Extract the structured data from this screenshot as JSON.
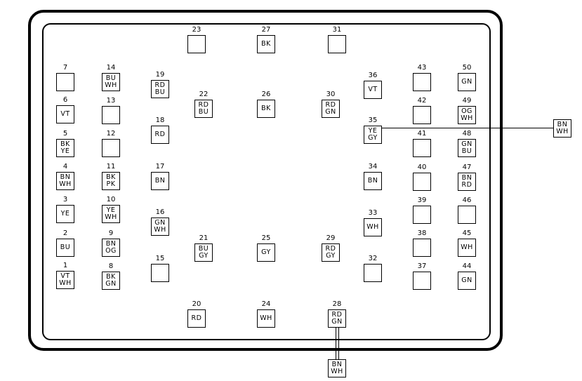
{
  "pins": [
    {
      "n": "1",
      "c": "VT\nWH"
    },
    {
      "n": "2",
      "c": "BU"
    },
    {
      "n": "3",
      "c": "YE"
    },
    {
      "n": "4",
      "c": "BN\nWH"
    },
    {
      "n": "5",
      "c": "BK\nYE"
    },
    {
      "n": "6",
      "c": "VT"
    },
    {
      "n": "7",
      "c": ""
    },
    {
      "n": "8",
      "c": "BK\nGN"
    },
    {
      "n": "9",
      "c": "BN\nOG"
    },
    {
      "n": "10",
      "c": "YE\nWH"
    },
    {
      "n": "11",
      "c": "BK\nPK"
    },
    {
      "n": "12",
      "c": ""
    },
    {
      "n": "13",
      "c": ""
    },
    {
      "n": "14",
      "c": "BU\nWH"
    },
    {
      "n": "15",
      "c": ""
    },
    {
      "n": "16",
      "c": "GN\nWH"
    },
    {
      "n": "17",
      "c": "BN"
    },
    {
      "n": "18",
      "c": "RD"
    },
    {
      "n": "19",
      "c": "RD\nBU"
    },
    {
      "n": "20",
      "c": "RD"
    },
    {
      "n": "21",
      "c": "BU\nGY"
    },
    {
      "n": "22",
      "c": "RD\nBU"
    },
    {
      "n": "23",
      "c": ""
    },
    {
      "n": "24",
      "c": "WH"
    },
    {
      "n": "25",
      "c": "GY"
    },
    {
      "n": "26",
      "c": "BK"
    },
    {
      "n": "27",
      "c": "BK"
    },
    {
      "n": "28",
      "c": "RD\nGN"
    },
    {
      "n": "29",
      "c": "RD\nGY"
    },
    {
      "n": "30",
      "c": "RD\nGN"
    },
    {
      "n": "31",
      "c": ""
    },
    {
      "n": "32",
      "c": ""
    },
    {
      "n": "33",
      "c": "WH"
    },
    {
      "n": "34",
      "c": "BN"
    },
    {
      "n": "35",
      "c": "YE\nGY"
    },
    {
      "n": "36",
      "c": "VT"
    },
    {
      "n": "37",
      "c": ""
    },
    {
      "n": "38",
      "c": ""
    },
    {
      "n": "39",
      "c": ""
    },
    {
      "n": "40",
      "c": ""
    },
    {
      "n": "41",
      "c": ""
    },
    {
      "n": "42",
      "c": ""
    },
    {
      "n": "43",
      "c": ""
    },
    {
      "n": "44",
      "c": "GN"
    },
    {
      "n": "45",
      "c": "WH"
    },
    {
      "n": "46",
      "c": ""
    },
    {
      "n": "47",
      "c": "BN\nRD"
    },
    {
      "n": "48",
      "c": "GN\nBU"
    },
    {
      "n": "49",
      "c": "OG\nWH"
    },
    {
      "n": "50",
      "c": "GN"
    }
  ],
  "callouts": [
    {
      "pin": "35",
      "c": "BN\nWH"
    },
    {
      "pin": "28",
      "c": "BN\nWH"
    }
  ]
}
